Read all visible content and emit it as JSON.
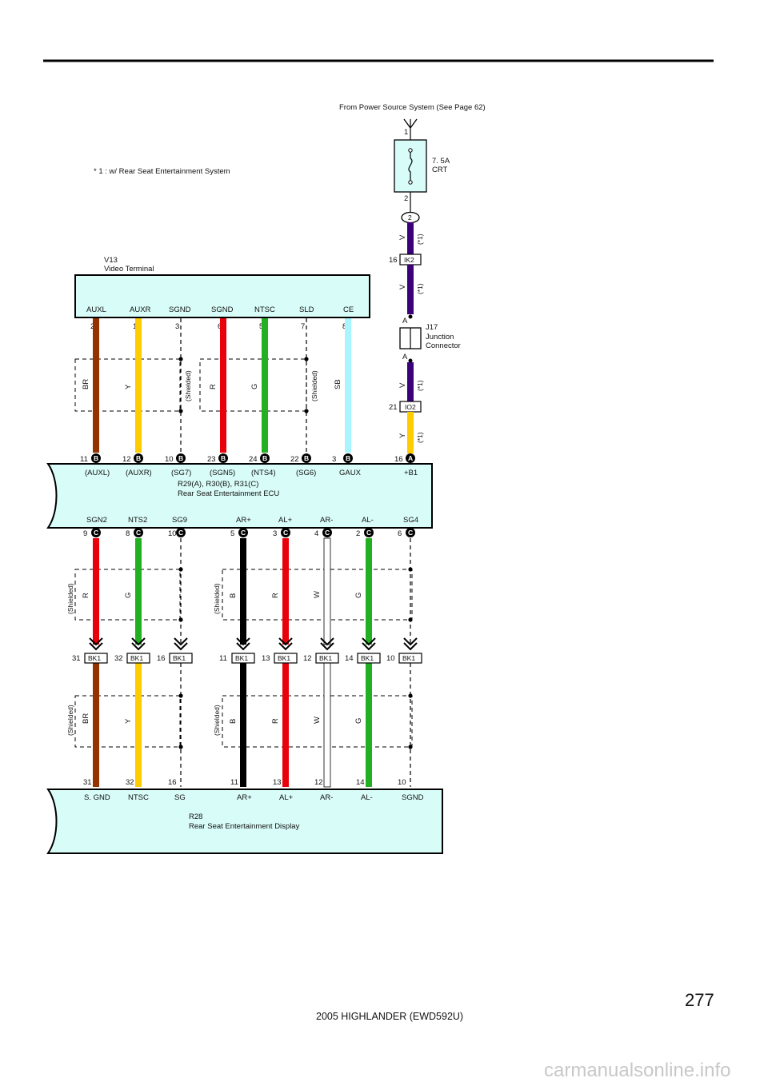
{
  "header": {
    "power_source": "From Power Source System (See Page 62)",
    "note": "* 1 : w/ Rear Seat Entertainment System",
    "fuse": {
      "pin_top": "1",
      "pin_bottom": "2",
      "rating": "7. 5A",
      "name": "CRT"
    },
    "splice": "2"
  },
  "vertical": {
    "ik2": {
      "pin": "16",
      "code": "IK2"
    },
    "io2": {
      "pin": "21",
      "code": "IO2"
    },
    "j17": {
      "id": "J17",
      "line1": "Junction",
      "line2": "Connector",
      "pin_a": "A"
    },
    "colors": [
      "V",
      "V",
      "V",
      "Y"
    ],
    "note_tag": "(*1)"
  },
  "v13": {
    "id": "V13",
    "name": "Video Terminal",
    "terminals": [
      "AUXL",
      "AUXR",
      "SGND",
      "SGND",
      "NTSC",
      "SLD",
      "CE"
    ],
    "pins": [
      "2",
      "1",
      "3",
      "6",
      "5",
      "7",
      "8"
    ],
    "wire_colors": [
      "BR",
      "Y",
      "R",
      "G",
      "SB"
    ],
    "shielded": "(Shielded)"
  },
  "ecu": {
    "id": "R29(A), R30(B), R31(C)",
    "name": "Rear Seat Entertainment ECU",
    "top_pins": [
      "11",
      "12",
      "10",
      "23",
      "24",
      "22",
      "3",
      "16"
    ],
    "top_conn": [
      "B",
      "B",
      "B",
      "B",
      "B",
      "B",
      "B",
      "A"
    ],
    "top_terms": [
      "(AUXL)",
      "(AUXR)",
      "(SG7)",
      "(SGN5)",
      "(NTS4)",
      "(SG6)",
      "GAUX",
      "+B1"
    ],
    "bottom_terms": [
      "SGN2",
      "NTS2",
      "SG9",
      "AR+",
      "AL+",
      "AR-",
      "AL-",
      "SG4"
    ],
    "bottom_pins": [
      "9",
      "8",
      "10",
      "5",
      "3",
      "4",
      "2",
      "6"
    ],
    "bottom_conn": [
      "C",
      "C",
      "C",
      "C",
      "C",
      "C",
      "C",
      "C"
    ]
  },
  "mid": {
    "colors_upper": [
      "R",
      "G",
      "B",
      "R",
      "W",
      "G"
    ],
    "bk1_pins": [
      "31",
      "32",
      "16",
      "11",
      "13",
      "12",
      "14",
      "10"
    ],
    "bk1_code": "BK1",
    "colors_lower": [
      "BR",
      "Y",
      "B",
      "R",
      "W",
      "G"
    ]
  },
  "display": {
    "id": "R28",
    "name": "Rear Seat Entertainment Display",
    "pins": [
      "31",
      "32",
      "16",
      "11",
      "13",
      "12",
      "14",
      "10"
    ],
    "terminals": [
      "S. GND",
      "NTSC",
      "SG",
      "AR+",
      "AL+",
      "AR-",
      "AL-",
      "SGND"
    ]
  },
  "footer": {
    "page_number": "277",
    "model": "2005 HIGHLANDER (EWD592U)",
    "watermark": "carmanualsonline.info"
  },
  "colors": {
    "connector_fill": "#d8fcf8",
    "brown": "#943200",
    "yellow": "#ffcc00",
    "red": "#e8000a",
    "green": "#22b022",
    "black": "#000000",
    "sky_blue": "#a8f4ff",
    "violet": "#3c0078"
  }
}
